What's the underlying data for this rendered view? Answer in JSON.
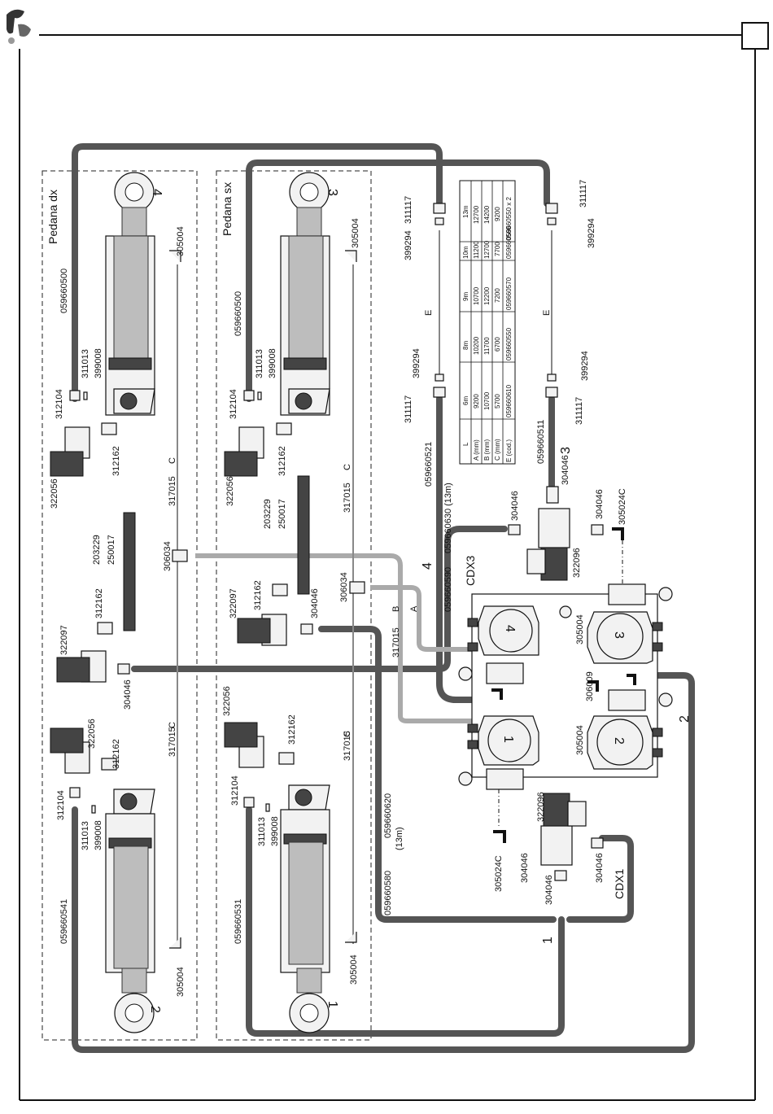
{
  "labels": {
    "pedana_dx": "Pedana dx",
    "pedana_sx": "Pedana sx",
    "cyl_4": "4",
    "cyl_3": "3",
    "cyl_2": "2",
    "cyl_1": "1",
    "hose_059660500_a": "059660500",
    "hose_059660500_b": "059660500",
    "hose_059660541": "059660541",
    "hose_059660531": "059660531",
    "hose_059660521": "059660521",
    "hose_059660511": "059660511",
    "hose_059660580": "059660580",
    "hose_059660620": "059660620",
    "hose_13m_a": "(13m)",
    "hose_059660590": "059660590",
    "hose_059660630": "059660630 (13m)",
    "p305004": "305004",
    "p312104": "312104",
    "p311013": "311013",
    "p399008": "399008",
    "p312162": "312162",
    "p322056": "322056",
    "p203229": "203229",
    "p250017": "250017",
    "p306034": "306034",
    "p317015": "317015",
    "p322097": "322097",
    "p304046": "304046",
    "p311117": "311117",
    "p399294": "399294",
    "p322096": "322096",
    "p305024C": "305024C",
    "p306009": "306009",
    "line_C": "C",
    "line_B": "B",
    "line_A": "A",
    "line_E": "E",
    "cdx3": "CDX3",
    "cdx1": "CDX1",
    "n1": "1",
    "n2": "2",
    "n3": "3",
    "n4": "4"
  },
  "table": {
    "header": [
      "L",
      "6m",
      "8m",
      "9m",
      "10m",
      "13m"
    ],
    "rows": [
      [
        "A (mm)",
        "9200",
        "10200",
        "10700",
        "11200",
        "12700"
      ],
      [
        "B (mm)",
        "10700",
        "11700",
        "12200",
        "12700",
        "14200"
      ],
      [
        "C (mm)",
        "5700",
        "6700",
        "7200",
        "7700",
        "9200"
      ],
      [
        "E (cod.)",
        "059660610",
        "059660550",
        "059660570",
        "059660560",
        "059660550 x 2"
      ]
    ]
  }
}
